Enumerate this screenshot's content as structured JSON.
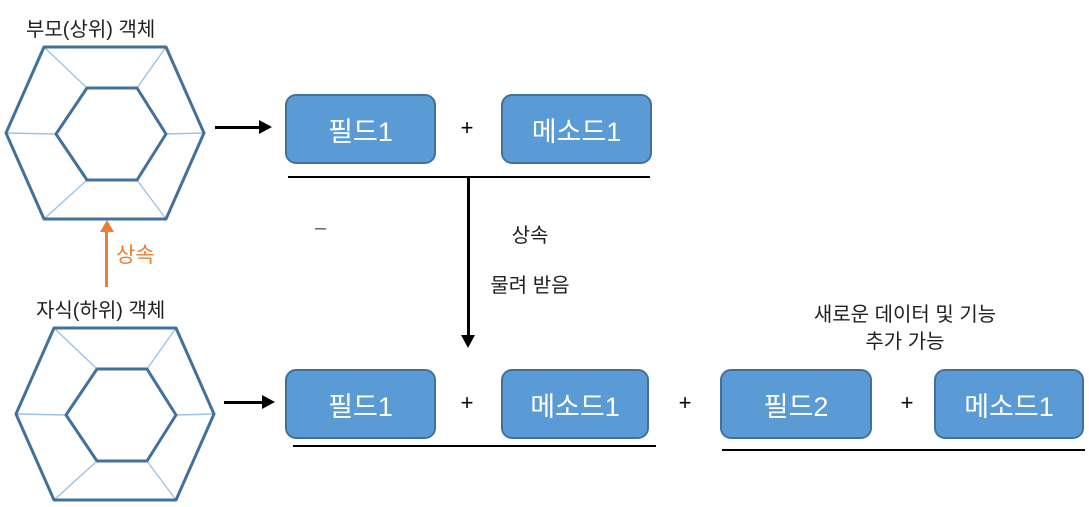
{
  "diagram": {
    "parent_label": "부모(상위) 객체",
    "child_label": "자식(하위) 객체",
    "inheritance_up_label": "상속",
    "flow_label_1": "상속",
    "flow_label_2": "물려 받음",
    "dash": "–",
    "plus": "+",
    "note_line1": "새로운 데이터 및 기능",
    "note_line2": "추가 가능",
    "parent_members": [
      {
        "label": "필드1"
      },
      {
        "label": "메소드1"
      }
    ],
    "child_members": [
      {
        "label": "필드1"
      },
      {
        "label": "메소드1"
      },
      {
        "label": "필드2"
      },
      {
        "label": "메소드1"
      }
    ],
    "colors": {
      "box_fill": "#5b9bd5",
      "box_border": "#41719c",
      "box_text": "#ffffff",
      "hex_stroke": "#41719c",
      "hex_connector": "#9dc3e6",
      "inheritance_arrow": "#ed7d31",
      "line_color": "#000000"
    }
  }
}
